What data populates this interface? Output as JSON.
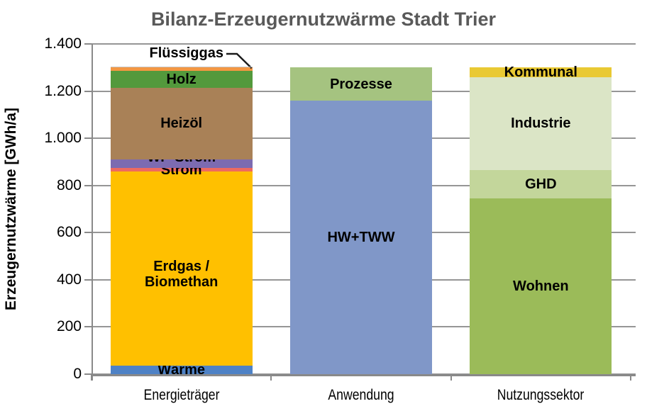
{
  "title": "Bilanz-Erzeugernutzwärme Stadt Trier",
  "chart_data": {
    "type": "bar",
    "stacked": true,
    "title": "Bilanz-Erzeugernutzwärme Stadt Trier",
    "ylabel": "Erzeugernutzwärme [GWh/a]",
    "unit": "GWh/a",
    "ylim": [
      0,
      1400
    ],
    "grid": true,
    "legend": "none",
    "yticks": [
      {
        "value": 0,
        "label": "0"
      },
      {
        "value": 200,
        "label": "200"
      },
      {
        "value": 400,
        "label": "400"
      },
      {
        "value": 600,
        "label": "600"
      },
      {
        "value": 800,
        "label": "800"
      },
      {
        "value": 1000,
        "label": "1.000"
      },
      {
        "value": 1200,
        "label": "1.200"
      },
      {
        "value": 1400,
        "label": "1.400"
      }
    ],
    "categories": [
      "Energieträger",
      "Anwendung",
      "Nutzungssektor"
    ],
    "bars": [
      {
        "category": "Energieträger",
        "total": 1305,
        "segments": [
          {
            "label": "Wärme",
            "value": 35,
            "color": "#4E82C6"
          },
          {
            "label": "Erdgas /\nBiomethan",
            "value": 825,
            "color": "#FFC000"
          },
          {
            "label": "Strom",
            "value": 15,
            "color": "#EE6A60"
          },
          {
            "label": "WP-Strom",
            "value": 35,
            "color": "#7C6BB1"
          },
          {
            "label": "Heizöl",
            "value": 305,
            "color": "#A98157"
          },
          {
            "label": "Holz",
            "value": 70,
            "color": "#53993C"
          },
          {
            "label": "Flüssiggas",
            "value": 15,
            "color": "#F39742",
            "callout": true
          },
          {
            "label": "",
            "value": 5,
            "color": "#C6C6C6"
          }
        ]
      },
      {
        "category": "Anwendung",
        "total": 1300,
        "segments": [
          {
            "label": "HW+TWW",
            "value": 1160,
            "color": "#8097C8"
          },
          {
            "label": "Prozesse",
            "value": 140,
            "color": "#A5C380"
          }
        ]
      },
      {
        "category": "Nutzungssektor",
        "total": 1300,
        "segments": [
          {
            "label": "Wohnen",
            "value": 745,
            "color": "#9BBB59"
          },
          {
            "label": "GHD",
            "value": 120,
            "color": "#C3D69B"
          },
          {
            "label": "Industrie",
            "value": 395,
            "color": "#DBE5C6"
          },
          {
            "label": "Kommunal",
            "value": 40,
            "color": "#E9C933"
          }
        ]
      }
    ]
  },
  "colors": {
    "grid": "#969696",
    "axis": "#898989",
    "title": "#595959",
    "segment_label": "#000000"
  }
}
